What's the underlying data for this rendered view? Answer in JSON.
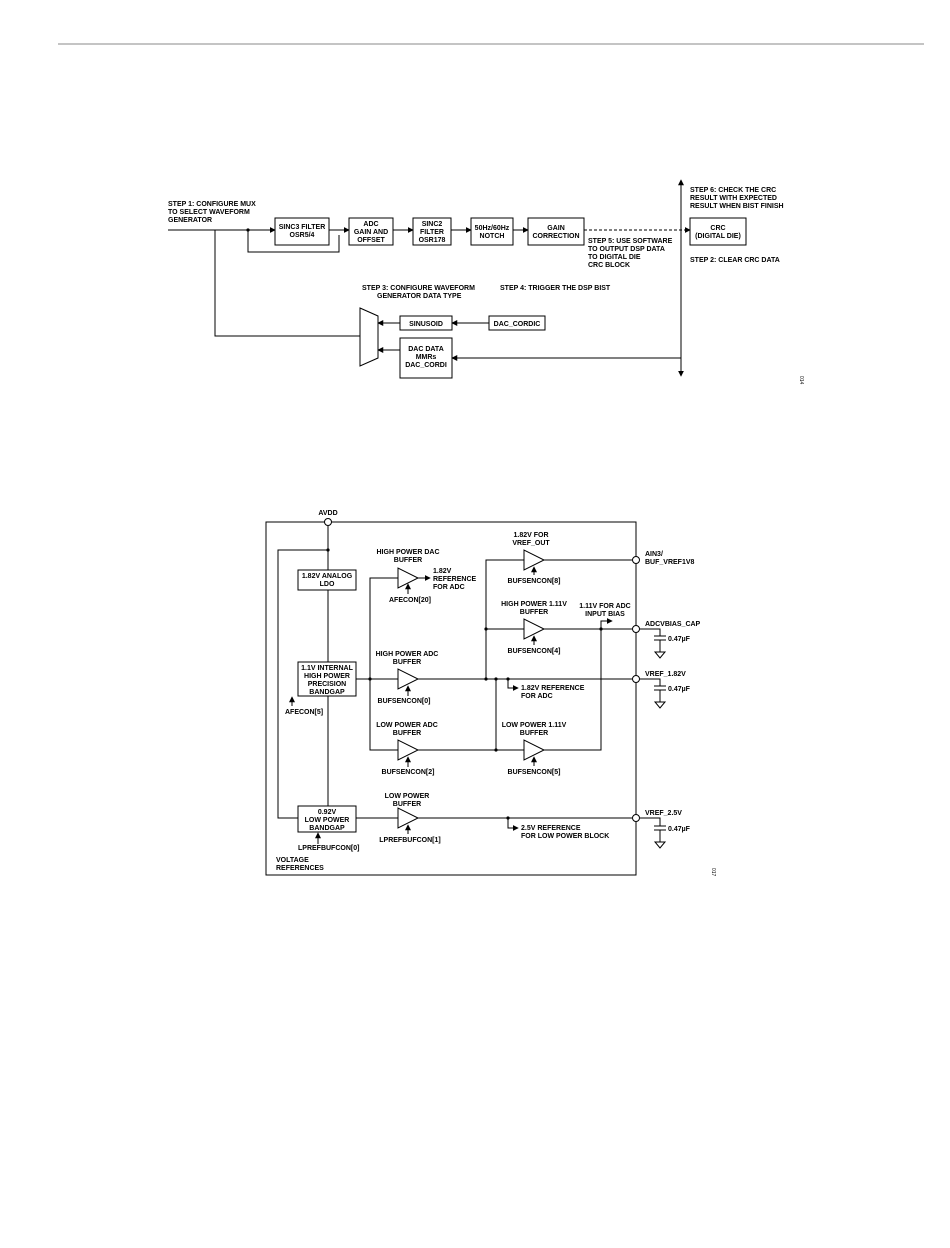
{
  "header_rule": true,
  "figure1": {
    "blocks": {
      "sinc3": [
        "SINC3 FILTER",
        "OSR5/4"
      ],
      "adc_gain": [
        "ADC",
        "GAIN AND",
        "OFFSET"
      ],
      "sinc2": [
        "SINC2",
        "FILTER",
        "OSR178"
      ],
      "notch": [
        "50Hz/60Hz",
        "NOTCH"
      ],
      "gain_corr": [
        "GAIN",
        "CORRECTION"
      ],
      "crc": [
        "CRC",
        "(DIGITAL DIE)"
      ],
      "sinusoid": [
        "SINUSOID"
      ],
      "dac_cordic": [
        "DAC_CORDIC"
      ],
      "dac_data": [
        "DAC DATA",
        "MMRs",
        "DAC_CORDI"
      ]
    },
    "steps": {
      "step1": [
        "STEP 1: CONFIGURE MUX",
        "TO SELECT WAVEFORM",
        "GENERATOR"
      ],
      "step2": [
        "STEP 2: CLEAR CRC DATA"
      ],
      "step3": [
        "STEP 3: CONFIGURE WAVEFORM",
        "GENERATOR DATA TYPE"
      ],
      "step4": [
        "STEP 4: TRIGGER THE DSP BIST"
      ],
      "step5": [
        "STEP 5: USE SOFTWARE",
        "TO OUTPUT DSP DATA",
        "TO DIGITAL DIE",
        "CRC BLOCK"
      ],
      "step6": [
        "STEP 6: CHECK THE CRC",
        "RESULT WITH EXPECTED",
        "RESULT WHEN BIST FINISH"
      ]
    },
    "fig_id": "014"
  },
  "figure2": {
    "avdd": "AVDD",
    "blocks": {
      "ldo": [
        "1.82V ANALOG",
        "LDO"
      ],
      "bandgap_hp": [
        "1.1V INTERNAL",
        "HIGH POWER",
        "PRECISION",
        "BANDGAP"
      ],
      "bandgap_lp": [
        "0.92V",
        "LOW POWER",
        "BANDGAP"
      ]
    },
    "buffers": {
      "hp_dac": [
        "HIGH POWER DAC",
        "BUFFER"
      ],
      "hp_adc": [
        "HIGH POWER ADC",
        "BUFFER"
      ],
      "lp_adc": [
        "LOW POWER ADC",
        "BUFFER"
      ],
      "lp": [
        "LOW POWER",
        "BUFFER"
      ],
      "vref_out": [
        "1.82V FOR",
        "VREF_OUT"
      ],
      "hp_111": [
        "HIGH POWER 1.11V",
        "BUFFER"
      ],
      "lp_111": [
        "LOW POWER 1.11V",
        "BUFFER"
      ]
    },
    "enables": {
      "afecon20": "AFECON[20]",
      "afecon5": "AFECON[5]",
      "bufsencon0": "BUFSENCON[0]",
      "bufsencon2": "BUFSENCON[2]",
      "lprefbufcon1": "LPREFBUFCON[1]",
      "lprefbufcon0": "LPREFBUFCON[0]",
      "bufsencon8": "BUFSENCON[8]",
      "bufsencon4": "BUFSENCON[4]",
      "bufsencon5": "BUFSENCON[5]"
    },
    "notes": {
      "ref_dac": [
        "1.82V",
        "REFERENCE",
        "FOR ADC"
      ],
      "ref_adc": [
        "1.82V REFERENCE",
        "FOR ADC"
      ],
      "ref_lp": [
        "2.5V REFERENCE",
        "FOR LOW POWER BLOCK"
      ],
      "bias": [
        "1.11V FOR ADC",
        "INPUT BIAS"
      ]
    },
    "pins": {
      "ain3": [
        "AIN3/",
        "BUF_VREF1V8"
      ],
      "adcvbias": [
        "ADCVBIAS_CAP"
      ],
      "vref182": [
        "VREF_1.82V"
      ],
      "vref25": [
        "VREF_2.5V"
      ]
    },
    "cap_label": "0.47µF",
    "section_label": [
      "VOLTAGE",
      "REFERENCES"
    ],
    "fig_id": "017"
  }
}
